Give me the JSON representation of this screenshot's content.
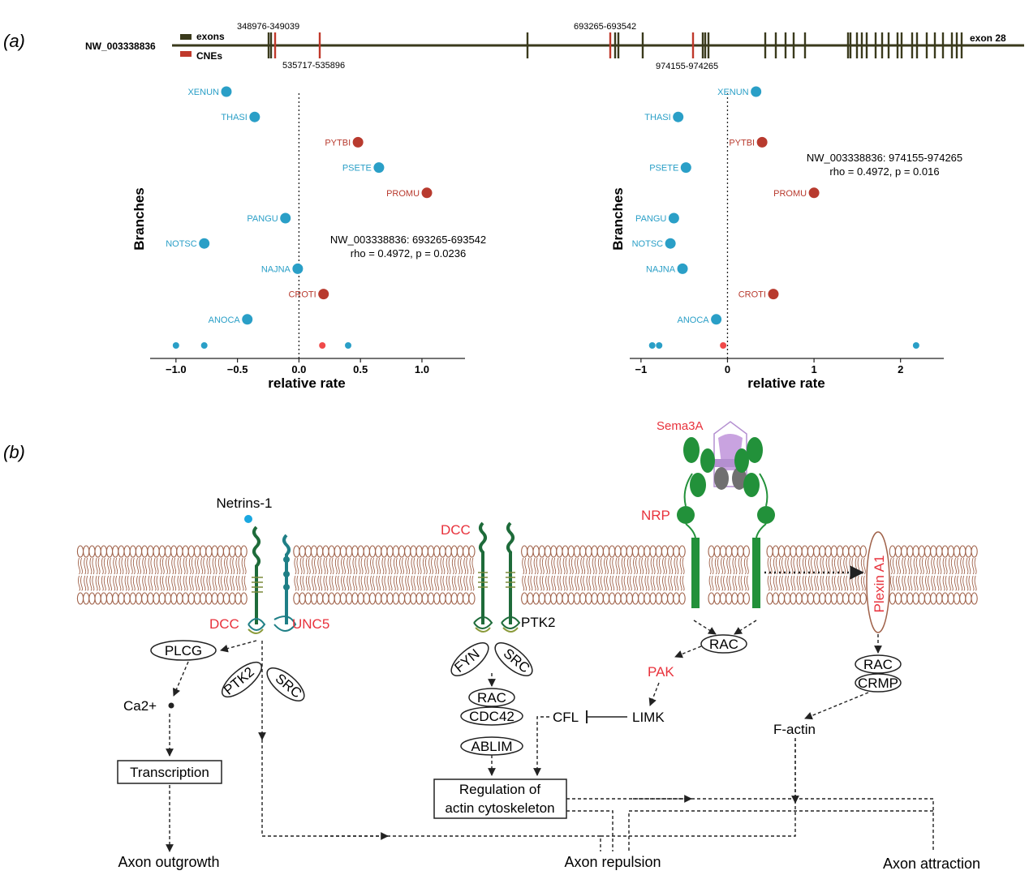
{
  "panel_a": {
    "label": "(a)",
    "scaffold": "NW_003338836",
    "legend": [
      {
        "label": "exons",
        "color": "#3a3a1c"
      },
      {
        "label": "CNEs",
        "color": "#c0392b"
      }
    ],
    "region_labels": {
      "r1": "348976-349039",
      "r2": "535717-535896",
      "r3": "693265-693542",
      "r4": "974155-974265",
      "last_exon": "exon 28"
    },
    "colors": {
      "blue": "#2a9fc7",
      "red": "#b83a2e",
      "red_small": "#f04a4a",
      "dark": "#1a1a1a"
    }
  },
  "chart_data": [
    {
      "type": "scatter",
      "ylabel": "Branches",
      "xlabel": "relative rate",
      "annotation": [
        "NW_003338836: 693265-693542",
        "rho = 0.4972, p = 0.0236"
      ],
      "xticks": [
        "−1.0",
        "−0.5",
        "0.0",
        "0.5",
        "1.0"
      ],
      "xtick_values": [
        -1.0,
        -0.5,
        0.0,
        0.5,
        1.0
      ],
      "xlim": [
        -1.21,
        1.35
      ],
      "points": [
        {
          "name": "XENUN",
          "x": -0.59,
          "group": "blue"
        },
        {
          "name": "THASI",
          "x": -0.36,
          "group": "blue"
        },
        {
          "name": "PYTBI",
          "x": 0.48,
          "group": "red"
        },
        {
          "name": "PSETE",
          "x": 0.65,
          "group": "blue"
        },
        {
          "name": "PROMU",
          "x": 1.04,
          "group": "red"
        },
        {
          "name": "PANGU",
          "x": -0.11,
          "group": "blue"
        },
        {
          "name": "NOTSC",
          "x": -0.77,
          "group": "blue"
        },
        {
          "name": "NAJNA",
          "x": -0.01,
          "group": "blue"
        },
        {
          "name": "CROTI",
          "x": 0.2,
          "group": "red"
        },
        {
          "name": "ANOCA",
          "x": -0.42,
          "group": "blue"
        }
      ],
      "rug": [
        {
          "x": -1.0,
          "group": "blue"
        },
        {
          "x": -0.77,
          "group": "blue"
        },
        {
          "x": 0.19,
          "group": "red"
        },
        {
          "x": 0.4,
          "group": "blue"
        }
      ]
    },
    {
      "type": "scatter",
      "ylabel": "Branches",
      "xlabel": "relative rate",
      "annotation": [
        "NW_003338836: 974155-974265",
        "rho = 0.4972, p = 0.016"
      ],
      "xticks": [
        "−1",
        "0",
        "1",
        "2"
      ],
      "xtick_values": [
        -1,
        0,
        1,
        2
      ],
      "xlim": [
        -1.13,
        2.5
      ],
      "points": [
        {
          "name": "XENUN",
          "x": 0.33,
          "group": "blue"
        },
        {
          "name": "THASI",
          "x": -0.57,
          "group": "blue"
        },
        {
          "name": "PYTBI",
          "x": 0.4,
          "group": "red"
        },
        {
          "name": "PSETE",
          "x": -0.48,
          "group": "blue"
        },
        {
          "name": "PROMU",
          "x": 1.0,
          "group": "red"
        },
        {
          "name": "PANGU",
          "x": -0.62,
          "group": "blue"
        },
        {
          "name": "NOTSC",
          "x": -0.66,
          "group": "blue"
        },
        {
          "name": "NAJNA",
          "x": -0.52,
          "group": "blue"
        },
        {
          "name": "CROTI",
          "x": 0.53,
          "group": "red"
        },
        {
          "name": "ANOCA",
          "x": -0.13,
          "group": "blue"
        }
      ],
      "rug": [
        {
          "x": -0.87,
          "group": "blue"
        },
        {
          "x": -0.79,
          "group": "blue"
        },
        {
          "x": -0.05,
          "group": "red"
        },
        {
          "x": 2.18,
          "group": "blue"
        }
      ]
    }
  ],
  "panel_b": {
    "label": "(b)",
    "ligands": {
      "netrin": "Netrins-1",
      "sema": "Sema3A"
    },
    "receptors": {
      "dcc_top": "DCC",
      "dcc_left": "DCC",
      "unc5": "UNC5",
      "nrp": "NRP",
      "plexin": "Plexin A1",
      "ptk2": "PTK2"
    },
    "nodes": {
      "plcg": "PLCG",
      "ptk2": "PTK2",
      "src": "SRC",
      "ca": "Ca2+",
      "transcription": "Transcription",
      "fyn": "FYN",
      "src2": "SRC",
      "rac": "RAC",
      "cdc42": "CDC42",
      "ablim": "ABLIM",
      "cfl": "CFL",
      "limk": "LIMK",
      "pak": "PAK",
      "rac_mid": "RAC",
      "rac_right": "RAC",
      "crmp": "CRMP",
      "factin": "F-actin",
      "regulation_1": "Regulation of",
      "regulation_2": "actin cytoskeleton"
    },
    "outcomes": {
      "outgrowth": "Axon outgrowth",
      "repulsion": "Axon repulsion",
      "attraction": "Axon attraction"
    },
    "colors": {
      "membrane": "#a0624a",
      "receptor_green": "#1e6b3a",
      "bright_green": "#22913a",
      "teal": "#1f7f86",
      "red_text": "#e8323c",
      "purple": "#b48fd0",
      "netrin_dot": "#1aa7e0",
      "node_text": "#222222"
    }
  }
}
